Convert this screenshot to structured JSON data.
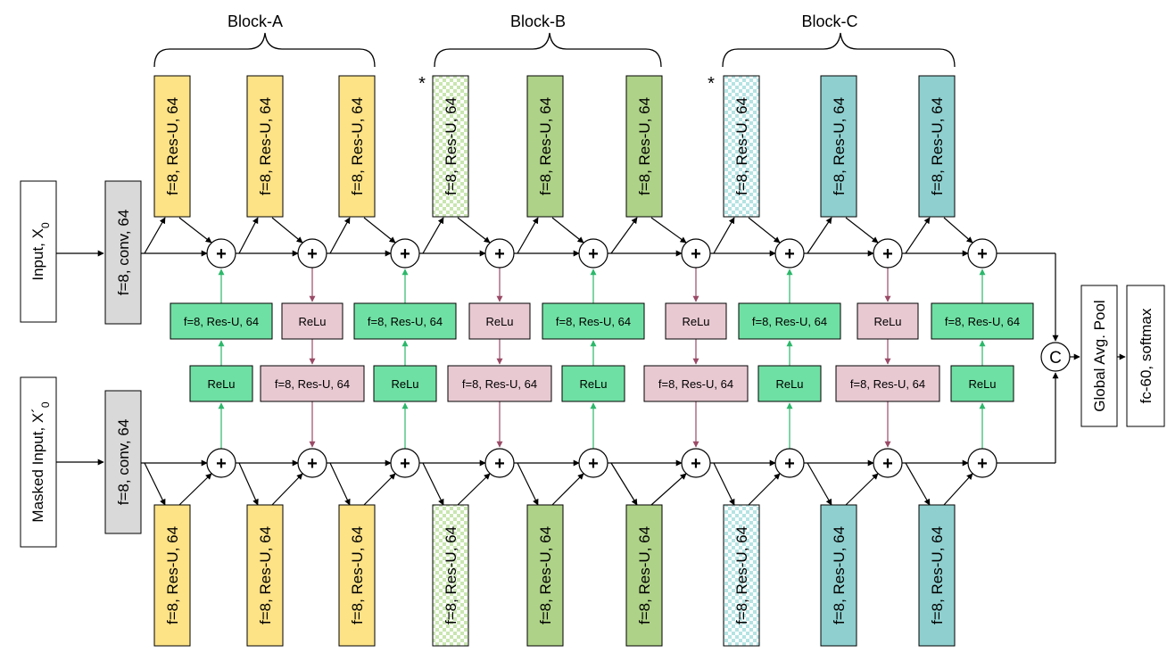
{
  "blocks": {
    "a": "Block-A",
    "b": "Block-B",
    "c": "Block-C"
  },
  "star": "*",
  "input": {
    "top": "Input, X",
    "top_sub": "0",
    "bottom": "Masked Input, X´",
    "bottom_sub": "0"
  },
  "conv_label": "f=8, conv, 64",
  "resu_label": "f=8, Res-U, 64",
  "relu_label": "ReLu",
  "plus_symbol": "+",
  "concat_symbol": "C",
  "pool_label": "Global Avg. Pool",
  "fc_label": "fc-60, softmax",
  "colors": {
    "block_a": "#fde286",
    "block_b": "#aed287",
    "block_c": "#8fcfcf",
    "conv": "#d9d9d9",
    "teal_link": "#6fe0a3",
    "pink_link": "#e8c9d2",
    "green_arrow": "#2bb86a",
    "pink_arrow": "#9a4a66",
    "dotted_green": "#c9e6b0",
    "dotted_cyan": "#b5e3e3"
  }
}
